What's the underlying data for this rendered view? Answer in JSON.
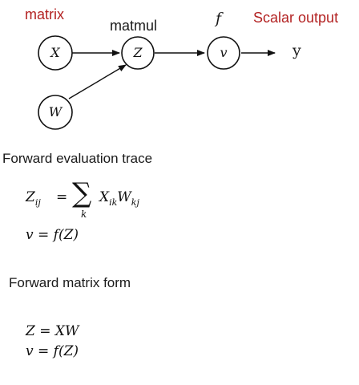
{
  "diagram": {
    "labels": {
      "matrix": "matrix",
      "matmul": "matmul",
      "f": "f",
      "scalar_output": "Scalar output",
      "y": "y"
    },
    "nodes": {
      "x": "X",
      "w": "W",
      "z": "Z",
      "v": "v"
    }
  },
  "forward_trace": {
    "title": "Forward evaluation trace",
    "eq1_lhs": "Z",
    "eq1_lhs_sub": "ij",
    "eq1_eq": "=",
    "eq1_sum_index": "k",
    "eq1_x": "X",
    "eq1_x_sub": "ik",
    "eq1_w": "W",
    "eq1_w_sub": "kj",
    "eq2": "v = f(Z)"
  },
  "forward_matrix": {
    "title": "Forward matrix form",
    "eq1": "Z = XW",
    "eq2": "v = f(Z)"
  },
  "colors": {
    "accent_red": "#b32222",
    "text": "#111111"
  }
}
